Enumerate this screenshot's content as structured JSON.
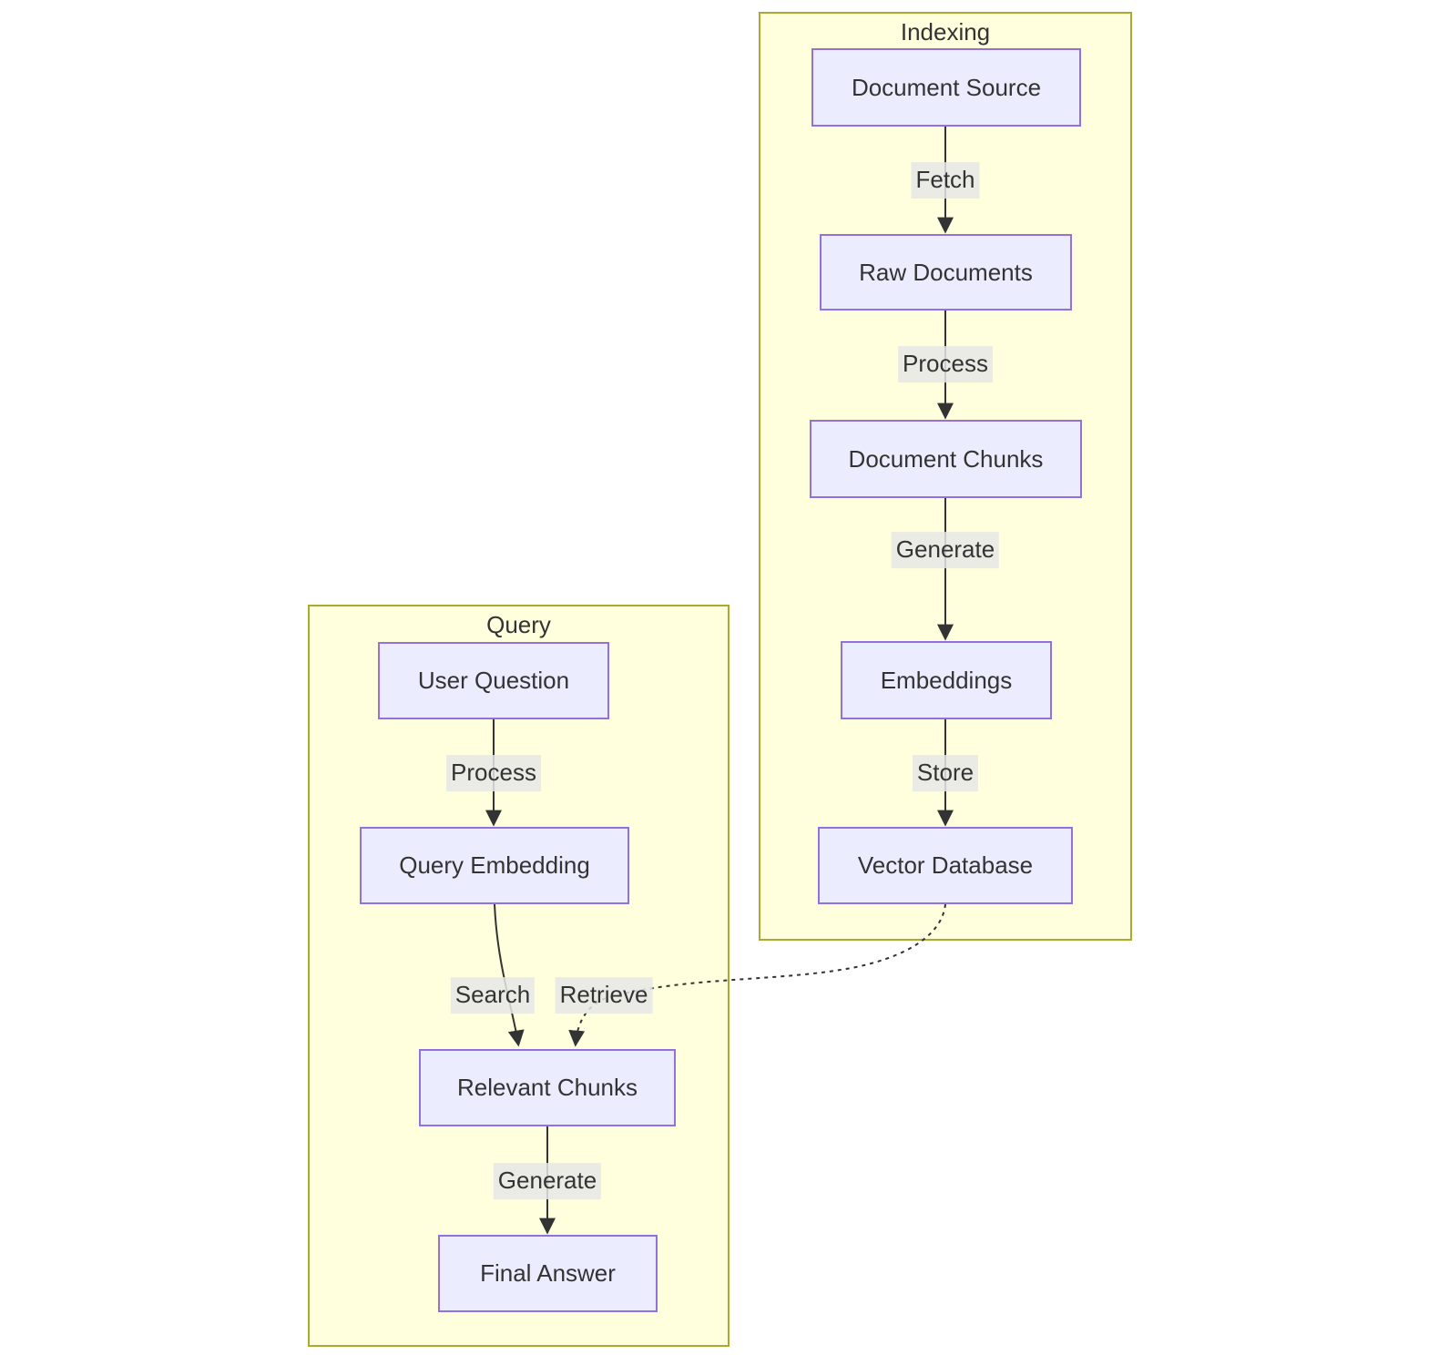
{
  "diagram": {
    "type": "flowchart",
    "colors": {
      "node_fill": "#ececff",
      "node_border": "#9370db",
      "cluster_fill": "#ffffde",
      "cluster_border": "#aaaa33",
      "edge_line": "#333333",
      "edge_label_bg": "#e8e8e8",
      "text": "#333333",
      "background": "#ffffff"
    },
    "clusters": [
      {
        "id": "indexing",
        "title": "Indexing"
      },
      {
        "id": "query",
        "title": "Query"
      }
    ],
    "nodes": {
      "document_source": {
        "label": "Document Source"
      },
      "raw_documents": {
        "label": "Raw Documents"
      },
      "document_chunks": {
        "label": "Document Chunks"
      },
      "embeddings": {
        "label": "Embeddings"
      },
      "vector_database": {
        "label": "Vector Database"
      },
      "user_question": {
        "label": "User Question"
      },
      "query_embedding": {
        "label": "Query Embedding"
      },
      "relevant_chunks": {
        "label": "Relevant Chunks"
      },
      "final_answer": {
        "label": "Final Answer"
      }
    },
    "edges": [
      {
        "from": "document_source",
        "to": "raw_documents",
        "label": "Fetch",
        "style": "solid"
      },
      {
        "from": "raw_documents",
        "to": "document_chunks",
        "label": "Process",
        "style": "solid"
      },
      {
        "from": "document_chunks",
        "to": "embeddings",
        "label": "Generate",
        "style": "solid"
      },
      {
        "from": "embeddings",
        "to": "vector_database",
        "label": "Store",
        "style": "solid"
      },
      {
        "from": "user_question",
        "to": "query_embedding",
        "label": "Process",
        "style": "solid"
      },
      {
        "from": "query_embedding",
        "to": "relevant_chunks",
        "label": "Search",
        "style": "solid"
      },
      {
        "from": "vector_database",
        "to": "relevant_chunks",
        "label": "Retrieve",
        "style": "dotted"
      },
      {
        "from": "relevant_chunks",
        "to": "final_answer",
        "label": "Generate",
        "style": "solid"
      }
    ]
  }
}
